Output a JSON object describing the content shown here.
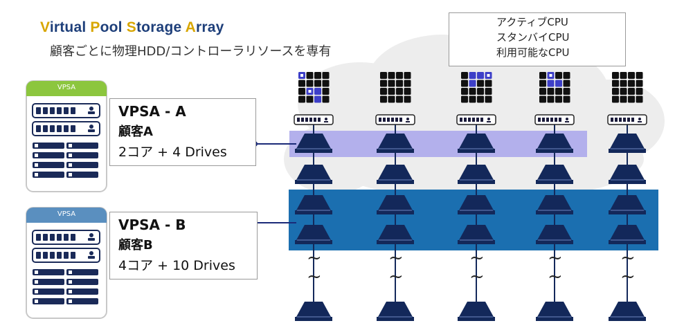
{
  "title": {
    "parts": [
      {
        "cap": "V",
        "rest": "irtual "
      },
      {
        "cap": "P",
        "rest": "ool "
      },
      {
        "cap": "S",
        "rest": "torage "
      },
      {
        "cap": "A",
        "rest": "rray"
      }
    ]
  },
  "subtitle": "顧客ごとに物理HDD/コントローラリソースを専有",
  "legend": {
    "active": "アクティブCPU",
    "standby": "スタンバイCPU",
    "available": "利用可能なCPU"
  },
  "vpsa_a": {
    "card_label": "VPSA",
    "name": "VPSA - A",
    "customer": "顧客A",
    "spec": "2コア + 4 Drives"
  },
  "vpsa_b": {
    "card_label": "VPSA",
    "name": "VPSA - B",
    "customer": "顧客B",
    "spec": "4コア + 10 Drives"
  },
  "colors": {
    "title_blue": "#1e3f7a",
    "title_accent": "#d8a600",
    "drive_navy": "#13285a",
    "cpu_active": "#3d3fc8",
    "cpu_available": "#111111",
    "band_a": "#b3b0ec",
    "band_b": "#1b6fb0",
    "card_a_header": "#8cc63e",
    "card_b_header": "#5a8fbf"
  },
  "tilde_glyph": "~"
}
